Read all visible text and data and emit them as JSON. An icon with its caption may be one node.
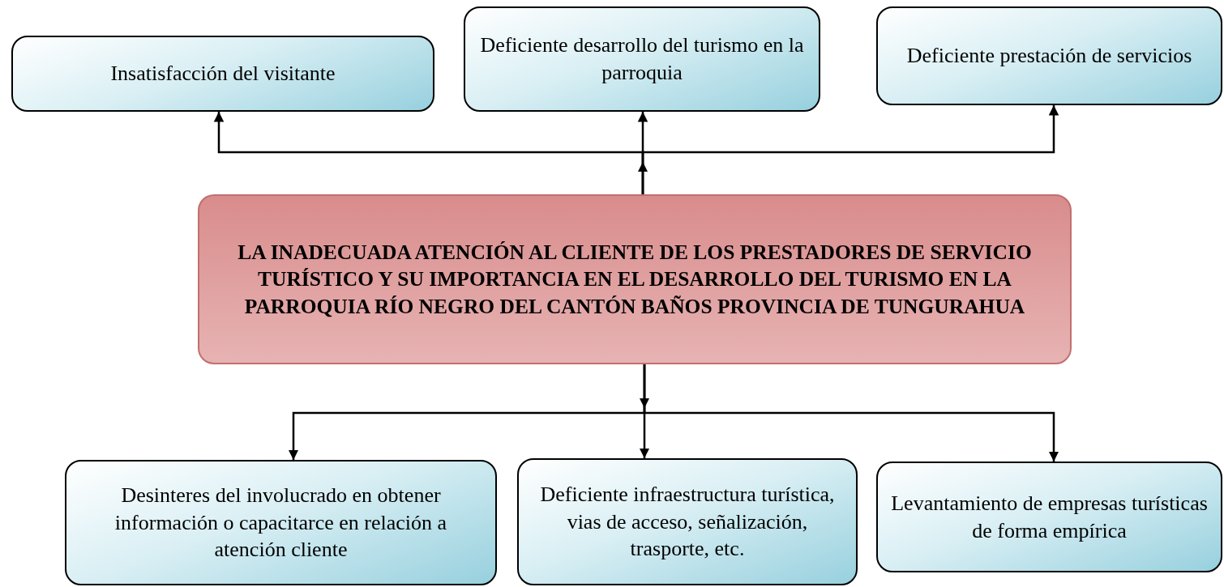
{
  "diagram": {
    "nodes": [
      {
        "text": [
          "Insatisfacción del visitante"
        ]
      },
      {
        "text": [
          "Deficiente desarrollo del turismo en la parroquia"
        ]
      },
      {
        "text": [
          "Deficiente prestación de servicios"
        ]
      },
      {
        "text": [
          "LA INADECUADA ATENCIÓN AL CLIENTE DE LOS PRESTADORES DE SERVICIO TURÍSTICO Y SU IMPORTANCIA EN EL DESARROLLO DEL TURISMO EN LA PARROQUIA RÍO NEGRO DEL CANTÓN BAÑOS PROVINCIA DE TUNGURAHUA"
        ]
      },
      {
        "text": [
          "Desinteres del involucrado en obtener información o capacitarce en relación a atención cliente"
        ]
      },
      {
        "text": [
          "Deficiente infraestructura turística, vias de acceso, señalización, trasporte, etc."
        ]
      },
      {
        "text": [
          "Levantamiento de empresas turísticas de forma empírica"
        ]
      }
    ],
    "edges": [
      {
        "from": 3,
        "to": 0,
        "arrow": "to"
      },
      {
        "from": 3,
        "to": 1,
        "arrow": "to"
      },
      {
        "from": 3,
        "to": 2,
        "arrow": "to"
      },
      {
        "from": 3,
        "to": 4,
        "arrow": "to"
      },
      {
        "from": 3,
        "to": 5,
        "arrow": "to"
      },
      {
        "from": 3,
        "to": 6,
        "arrow": "to"
      }
    ]
  }
}
